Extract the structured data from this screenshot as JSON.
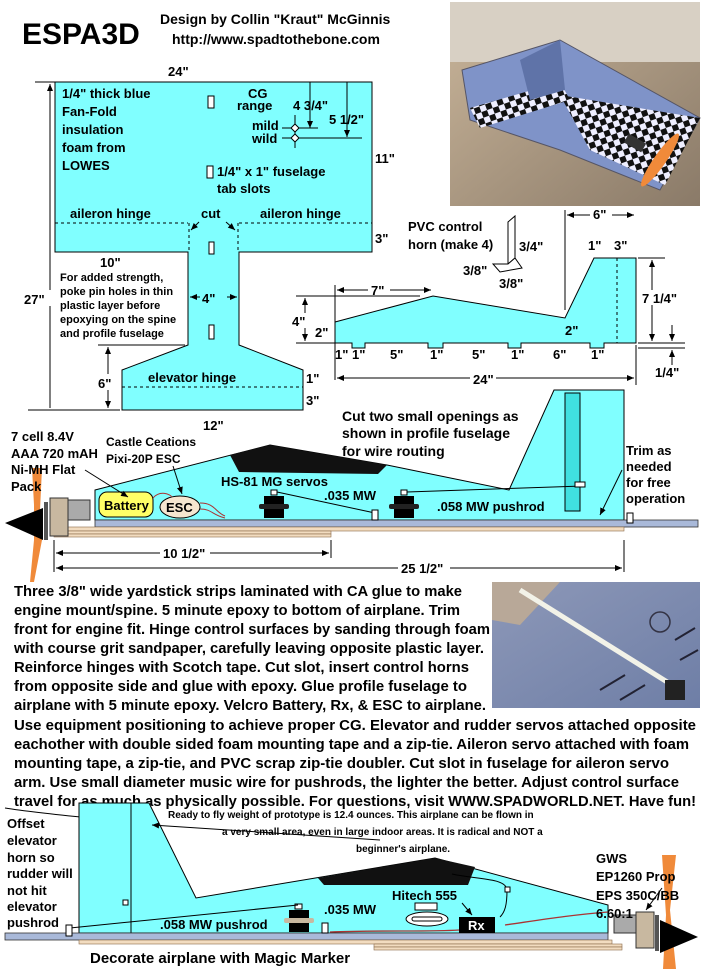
{
  "header": {
    "title": "ESPA3D",
    "designer": "Design by Collin \"Kraut\" McGinnis",
    "url": "http://www.spadtothebone.com"
  },
  "wing_plan": {
    "width_dim": "24\"",
    "material_note": [
      "1/4\" thick blue",
      "Fan-Fold",
      "insulation",
      "foam from",
      "LOWES"
    ],
    "cg_label": [
      "CG",
      "range"
    ],
    "cg_mild_dim": "4 3/4\"",
    "cg_wild_dim": "5 1/2\"",
    "mild": "mild",
    "wild": "wild",
    "slot_note": [
      "1/4\" x 1\" fuselage",
      "tab slots"
    ],
    "aileron_hinge_left": "aileron hinge",
    "aileron_hinge_right": "aileron hinge",
    "cut": "cut",
    "wing_chord_dim": "11\"",
    "aileron_dim": "3\"",
    "wing_half_dim": "10\"",
    "strength_note": [
      "For added strength,",
      "poke pin holes in thin",
      "plastic layer before",
      "epoxying on the spine",
      "and profile fuselage"
    ],
    "boom_width_dim": "4\"",
    "length_dim": "27\"",
    "tail_dim": "6\"",
    "elevator_hinge": "elevator hinge",
    "tail_taper_dim": "1\"",
    "elevator_dim": "3\"",
    "tail_span_dim": "12\""
  },
  "pvc_horn": {
    "label": [
      "PVC control",
      "horn (make 4)"
    ],
    "height_dim": "3/4\"",
    "depth_dim": "3/8\"",
    "width_dim": "3/8\""
  },
  "profile_fuselage": {
    "rudder_top_dim": "6\"",
    "rudder_tip_dim": "1\"",
    "rudder_chord_dim": "3\"",
    "nose_to_peak_dim": "7\"",
    "peak_height_dim": "4\"",
    "nose_height_dim": "2\"",
    "tail_height_dim": "2\"",
    "rudder_height_dim": "7 1/4\"",
    "tab_depth_dim": "1/4\"",
    "bottom_dims": [
      "1\"",
      "1\"",
      "5\"",
      "1\"",
      "5\"",
      "1\"",
      "6\"",
      "1\""
    ],
    "length_dim": "24\""
  },
  "side_view_1": {
    "battery_note": [
      "7 cell 8.4V",
      "AAA 720 mAH",
      "Ni-MH Flat",
      "Pack"
    ],
    "esc_note": [
      "Castle Ceations",
      "Pixi-20P ESC"
    ],
    "battery_label": "Battery",
    "esc_label": "ESC",
    "servos_label": "HS-81 MG servos",
    "wire_035": ".035 MW",
    "pushrod_058": ".058 MW pushrod",
    "openings_note": [
      "Cut two small openings as",
      "shown in profile fuselage",
      "for wire routing"
    ],
    "trim_note": [
      "Trim as",
      "needed",
      "for free",
      "operation"
    ],
    "mount_dim": "10 1/2\"",
    "overall_dim": "25 1/2\""
  },
  "instructions": {
    "lines": [
      "Three 3/8\" wide yardstick strips laminated with CA glue to make",
      "engine mount/spine. 5 minute epoxy to bottom of airplane. Trim",
      "front for engine fit. Hinge control surfaces by sanding through foam",
      "with course grit sandpaper, carefully leaving opposite plastic layer.",
      "Reinforce hinges with Scotch tape. Cut slot, insert control horns",
      "from opposite side and glue with epoxy. Glue profile fuselage to",
      "airplane with 5 minute epoxy. Velcro Battery, Rx, & ESC to airplane.",
      "Use equipment positioning to achieve proper CG. Elevator and rudder servos attached opposite",
      "eachother with double sided foam mounting tape and a zip-tie. Aileron servo attached with foam",
      "mounting tape, a zip-tie, and PVC scrap zip-tie doubler. Cut slot in fuselage for aileron servo",
      "arm. Use small diameter music wire for pushrods, the lighter the better. Adjust control surface",
      "travel for as much as physically possible. For questions, visit WWW.SPADWORLD.NET. Have fun!"
    ]
  },
  "side_view_2": {
    "weight_note": [
      "Ready to fly weight of prototype is 12.4 ounces. This airplane can be flown in",
      "a very small area, even in large indoor areas. It is radical and NOT a",
      "beginner's airplane."
    ],
    "offset_note": [
      "Offset",
      "elevator",
      "horn so",
      "rudder will",
      "not hit",
      "elevator",
      "pushrod"
    ],
    "servo_label": "Hitech 555",
    "wire_035": ".035 MW",
    "pushrod_058": ".058 MW pushrod",
    "rx_label": "Rx",
    "motor_note": [
      "GWS",
      "EP1260 Prop",
      "EPS 350C/BB",
      "6.60:1"
    ],
    "caption": "Decorate airplane with Magic Marker"
  },
  "colors": {
    "foam": "#80ffff",
    "spine": "#a9b9d9",
    "propeller": "#f08a3a",
    "battery": "#ffff66",
    "esc": "#f5e6d0"
  }
}
